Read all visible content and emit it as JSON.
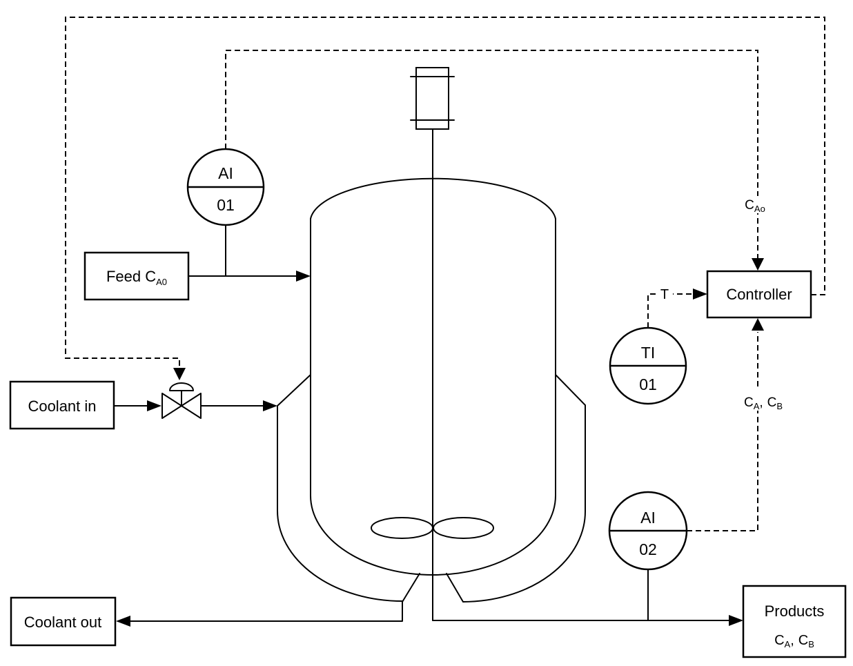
{
  "colors": {
    "line": "#000000",
    "background": "#ffffff",
    "text": "#000000"
  },
  "feed_box": {
    "label": "Feed C",
    "label_sub": "A0"
  },
  "coolant_in_box": {
    "label": "Coolant in"
  },
  "coolant_out_box": {
    "label": "Coolant out"
  },
  "controller_box": {
    "label": "Controller"
  },
  "products_box": {
    "line1": "Products",
    "c1": "C",
    "sub1": "A",
    "sep": ",",
    "c2": "C",
    "sub2": "B"
  },
  "instruments": {
    "ai01": {
      "line1": "AI",
      "line2": "01"
    },
    "ti01": {
      "line1": "TI",
      "line2": "01"
    },
    "ai02": {
      "line1": "AI",
      "line2": "02"
    }
  },
  "signal_labels": {
    "cao": {
      "c": "C",
      "sub": "Ao"
    },
    "t": "T",
    "cacb": {
      "c1": "C",
      "sub1": "A",
      "sep": ",",
      "c2": "C",
      "sub2": "B"
    }
  }
}
